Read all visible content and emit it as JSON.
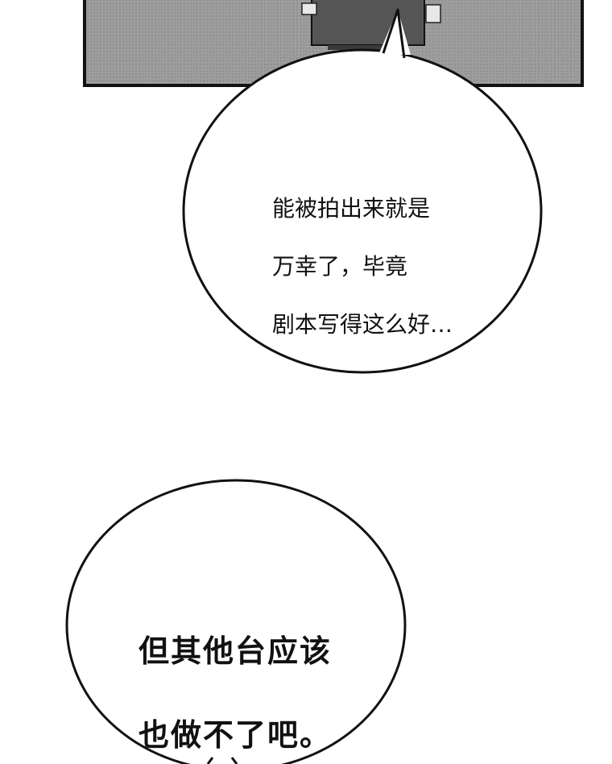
{
  "panel": {
    "floor_color": "#9c9c9c",
    "border_color": "#111111"
  },
  "bubbles": [
    {
      "id": "speech-bubble-top",
      "lines": [
        "能被拍出来就是",
        "万幸了，毕竟",
        "剧本写得这么好…"
      ]
    },
    {
      "id": "speech-bubble-bottom",
      "lines": [
        "但其他台应该",
        "也做不了吧。"
      ]
    }
  ]
}
